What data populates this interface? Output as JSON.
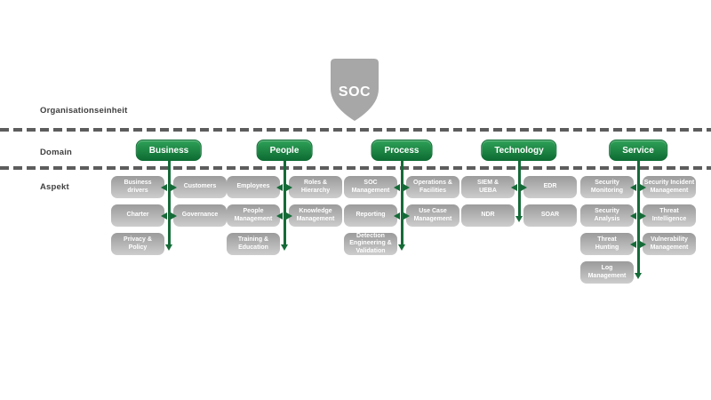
{
  "shield": {
    "label": "SOC"
  },
  "row_labels": {
    "org_unit": "Organisationseinheit",
    "domain": "Domain",
    "aspect": "Aspekt"
  },
  "colors": {
    "domain_green_light": "#2ea157",
    "domain_green_dark": "#0e6c33",
    "connector_green": "#156b38",
    "aspect_gray_dark": "#9b9b9b",
    "aspect_gray_light": "#cdcdcd",
    "shield_gray": "#a7a7a7",
    "separator_gray": "#5d5d5d",
    "label_color": "#3f3f3f"
  },
  "columns": [
    {
      "domain": "Business",
      "left": [
        "Business\ndrivers",
        "Charter",
        "Privacy &\nPolicy"
      ],
      "right": [
        "Customers",
        "Governance"
      ]
    },
    {
      "domain": "People",
      "left": [
        "Employees",
        "People\nManagement",
        "Training &\nEducation"
      ],
      "right": [
        "Roles &\nHierarchy",
        "Knowledge\nManagement"
      ]
    },
    {
      "domain": "Process",
      "left": [
        "SOC\nManagement",
        "Reporting",
        "Detection\nEngineering &\nValidation"
      ],
      "right": [
        "Operations &\nFacilities",
        "Use Case\nManagement"
      ]
    },
    {
      "domain": "Technology",
      "left": [
        "SIEM &\nUEBA",
        "NDR"
      ],
      "right": [
        "EDR",
        "SOAR"
      ]
    },
    {
      "domain": "Service",
      "left": [
        "Security\nMonitoring",
        "Security\nAnalysis",
        "Threat\nHunting",
        "Log\nManagement"
      ],
      "right": [
        "Security Incident\nManagement",
        "Threat\nIntelligence",
        "Vulnerability\nManagement"
      ]
    }
  ]
}
